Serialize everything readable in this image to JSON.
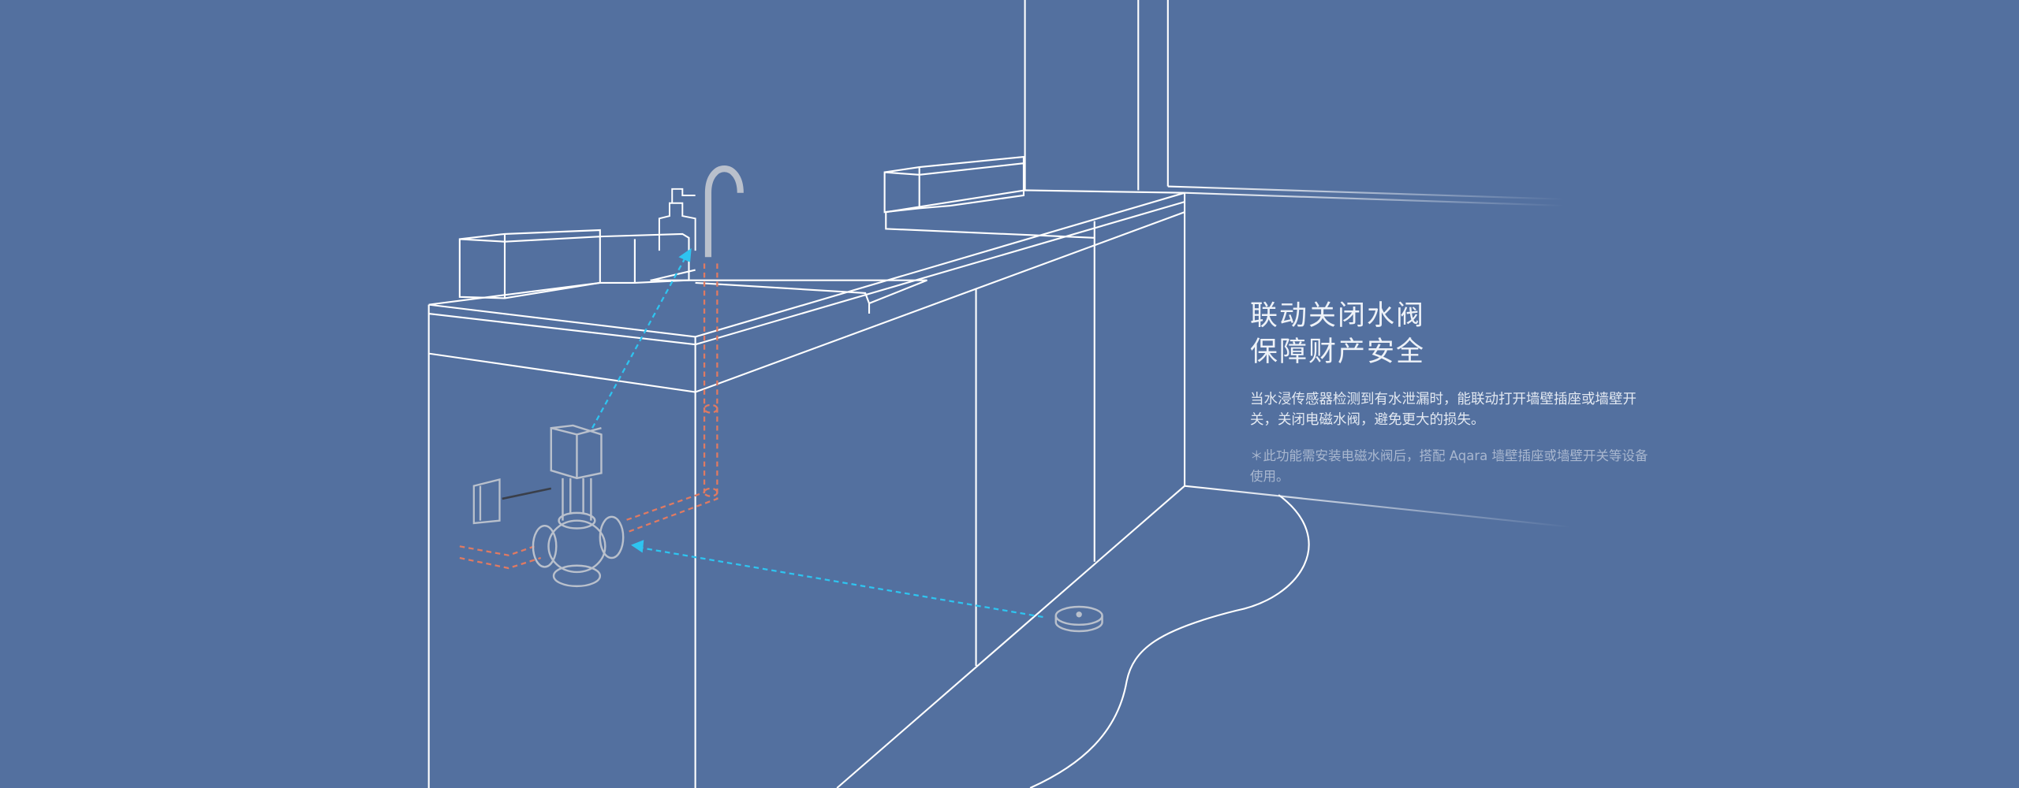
{
  "feature": {
    "title_line1": "联动关闭水阀",
    "title_line2": "保障财产安全",
    "description": "当水浸传感器检测到有水泄漏时，能联动打开墙壁插座或墙壁开关，关闭电磁水阀，避免更大的损失。",
    "note": "＊此功能需安装电磁水阀后，搭配 Aqara 墙壁插座或墙壁开关等设备使用。"
  },
  "colors": {
    "background": "#53709f",
    "line": "#ffffff",
    "signal": "#2ec4f0",
    "pipe": "#e07a62",
    "device": "#b9c0cc"
  }
}
